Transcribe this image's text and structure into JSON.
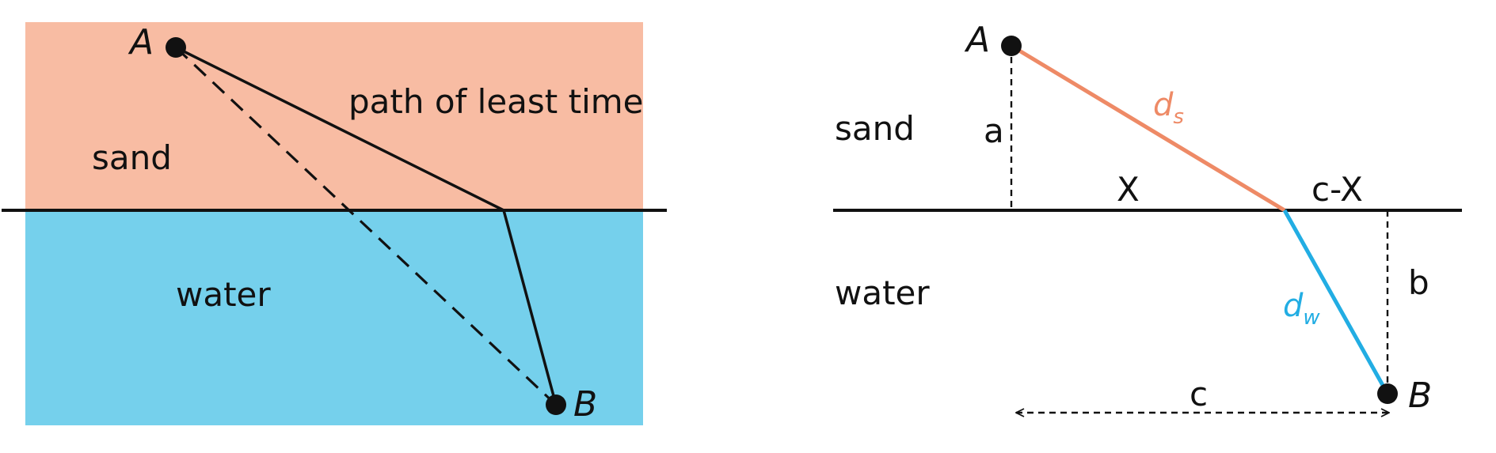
{
  "colors": {
    "sand": "#f8bca3",
    "water": "#75d0ec",
    "sand_line": "#ee8a66",
    "water_line": "#22ade3",
    "ink": "#111111"
  },
  "left_diagram": {
    "point_a": "A",
    "point_b": "B",
    "region_sand": "sand",
    "region_water": "water",
    "path_caption": "path of least time"
  },
  "right_diagram": {
    "point_a": "A",
    "point_b": "B",
    "region_sand": "sand",
    "region_water": "water",
    "height_a": "a",
    "height_b": "b",
    "segment_x": "X",
    "segment_c_minus_x": "c-X",
    "total_c": "c",
    "dist_sand_main": "d",
    "dist_sand_sub": "s",
    "dist_water_main": "d",
    "dist_water_sub": "w"
  }
}
